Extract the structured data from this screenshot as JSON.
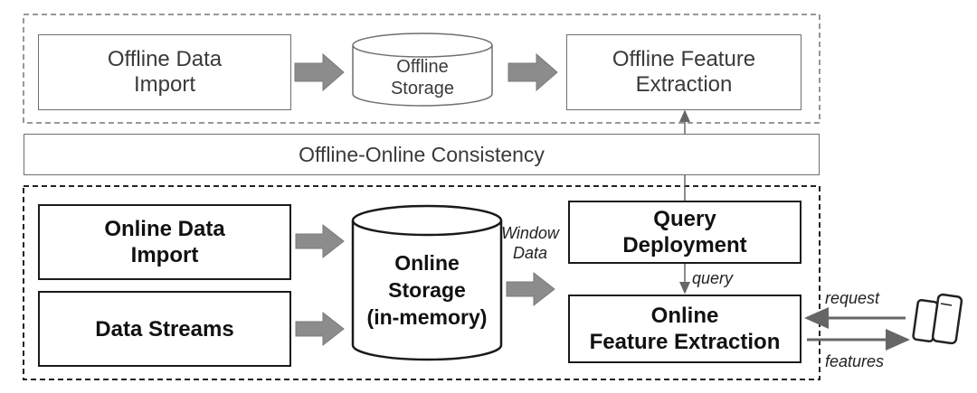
{
  "offline": {
    "data_import": [
      "Offline Data",
      "Import"
    ],
    "storage": [
      "Offline",
      "Storage"
    ],
    "feature_extraction": [
      "Offline Feature",
      "Extraction"
    ]
  },
  "consistency": {
    "label": "Offline-Online Consistency"
  },
  "online": {
    "data_import": [
      "Online Data",
      "Import"
    ],
    "data_streams": "Data Streams",
    "storage": [
      "Online",
      "Storage",
      "(in-memory)"
    ],
    "window_data": [
      "Window",
      "Data"
    ],
    "query_deployment": [
      "Query",
      "Deployment"
    ],
    "query_label": "query",
    "feature_extraction": [
      "Online",
      "Feature Extraction"
    ]
  },
  "client": {
    "request_label": "request",
    "features_label": "features",
    "device_icon": "smartphones-icon"
  },
  "colors": {
    "thin_border": "#6e6e6e",
    "bold_border": "#1a1a1a",
    "arrow_fill": "#8c8c8c",
    "dashed_border": "#555555"
  }
}
